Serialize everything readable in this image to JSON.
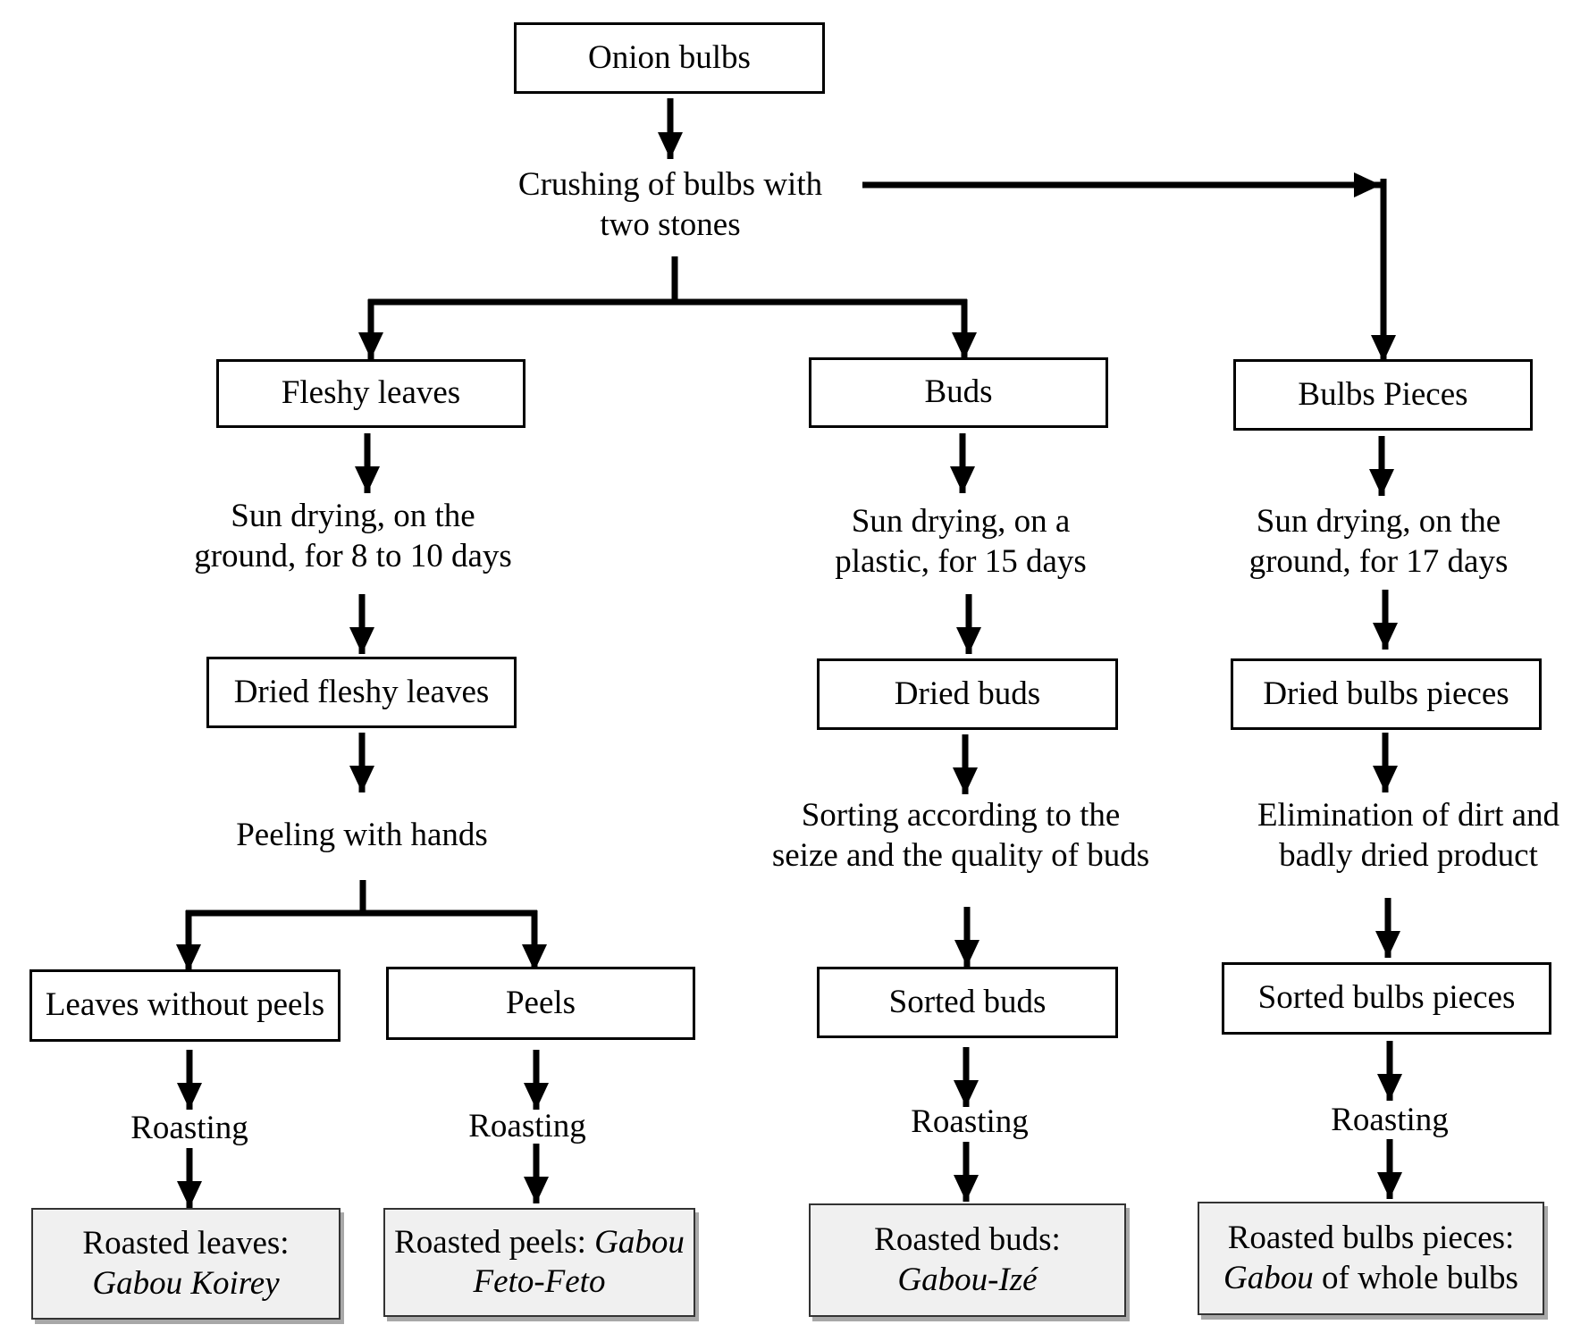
{
  "nodes": {
    "onion_bulbs": "Onion bulbs",
    "crushing": {
      "line1": "Crushing of bulbs with",
      "line2": "two stones"
    },
    "fleshy_leaves": "Fleshy leaves",
    "buds": "Buds",
    "bulbs_pieces": "Bulbs Pieces",
    "sun_leaves": {
      "line1": "Sun drying, on the",
      "line2": "ground, for 8 to 10 days"
    },
    "sun_buds": {
      "line1": "Sun drying, on a",
      "line2": "plastic, for 15 days"
    },
    "sun_pieces": {
      "line1": "Sun drying, on the",
      "line2": "ground, for 17 days"
    },
    "dried_leaves": "Dried fleshy leaves",
    "dried_buds": "Dried buds",
    "dried_pieces": "Dried bulbs pieces",
    "peeling": "Peeling with hands",
    "sorting_buds": {
      "line1": "Sorting according to the",
      "line2": "seize and the quality of buds"
    },
    "elimination": {
      "line1": "Elimination of dirt and",
      "line2": "badly dried product"
    },
    "leaves_without_peels": "Leaves without peels",
    "peels": "Peels",
    "sorted_buds": "Sorted buds",
    "sorted_pieces": "Sorted bulbs pieces",
    "roasting_1": "Roasting",
    "roasting_2": "Roasting",
    "roasting_3": "Roasting",
    "roasting_4": "Roasting",
    "final_leaves": {
      "line1": "Roasted leaves:",
      "line2": "Gabou Koirey"
    },
    "final_peels": {
      "line1_prefix": "Roasted peels: ",
      "line1_em": "Gabou",
      "line2": "Feto-Feto"
    },
    "final_buds": {
      "line1": "Roasted buds:",
      "line2": "Gabou-Izé"
    },
    "final_pieces": {
      "line1": "Roasted bulbs pieces:",
      "line2_em": "Gabou",
      "line2_rest": " of whole bulbs"
    }
  }
}
